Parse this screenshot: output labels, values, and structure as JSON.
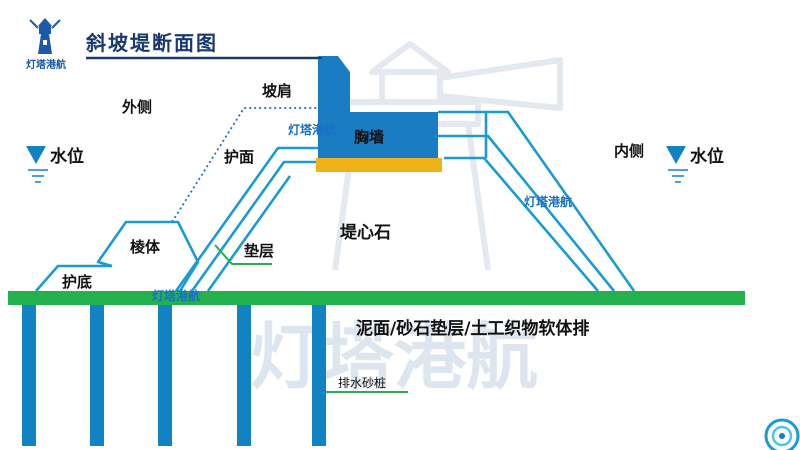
{
  "title": "斜坡堤断面图",
  "logo": {
    "caption": "灯塔港航"
  },
  "labels": {
    "outer_side": "外侧",
    "inner_side": "内侧",
    "water_level_left": "水位",
    "water_level_right": "水位",
    "slope_shoulder": "坡肩",
    "breast_wall": "胸墙",
    "armor_face": "护面",
    "prism_body": "棱体",
    "toe_protection": "护底",
    "cushion_layer": "垫层",
    "core_stone": "堤心石",
    "foundation": "泥面/砂石垫层/土工织物软体排",
    "drain_pile": "排水砂桩"
  },
  "watermarks": {
    "brand": "灯塔港航",
    "background_text": "灯塔港航"
  },
  "colors": {
    "outline": "#1a9bd1",
    "wall": "#1a7cc2",
    "cap": "#f0b21b",
    "ground": "#22b14c",
    "pile": "#1283c2",
    "title": "#1a3a6e"
  }
}
